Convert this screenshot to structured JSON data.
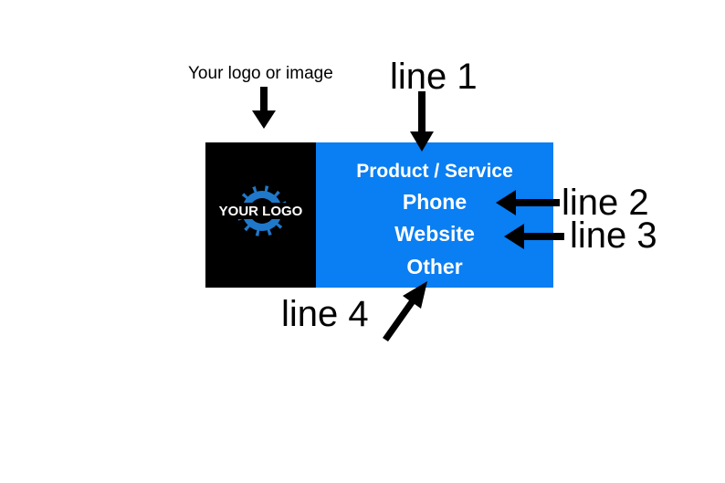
{
  "annotations": {
    "logo_caption": "Your logo or image",
    "line1": "line 1",
    "line2": "line 2",
    "line3": "line 3",
    "line4": "line 4"
  },
  "sign": {
    "logo_text": "YOUR LOGO",
    "lines": [
      "Product / Service",
      "Phone",
      "Website",
      "Other"
    ]
  },
  "colors": {
    "sign_blue": "#0a7ef3",
    "logo_background": "#000000",
    "gear": "#1f78c9",
    "arrow": "#000000"
  },
  "icons": [
    "down-arrow-icon",
    "left-arrow-icon",
    "diagonal-arrow-icon",
    "gear-icon"
  ]
}
